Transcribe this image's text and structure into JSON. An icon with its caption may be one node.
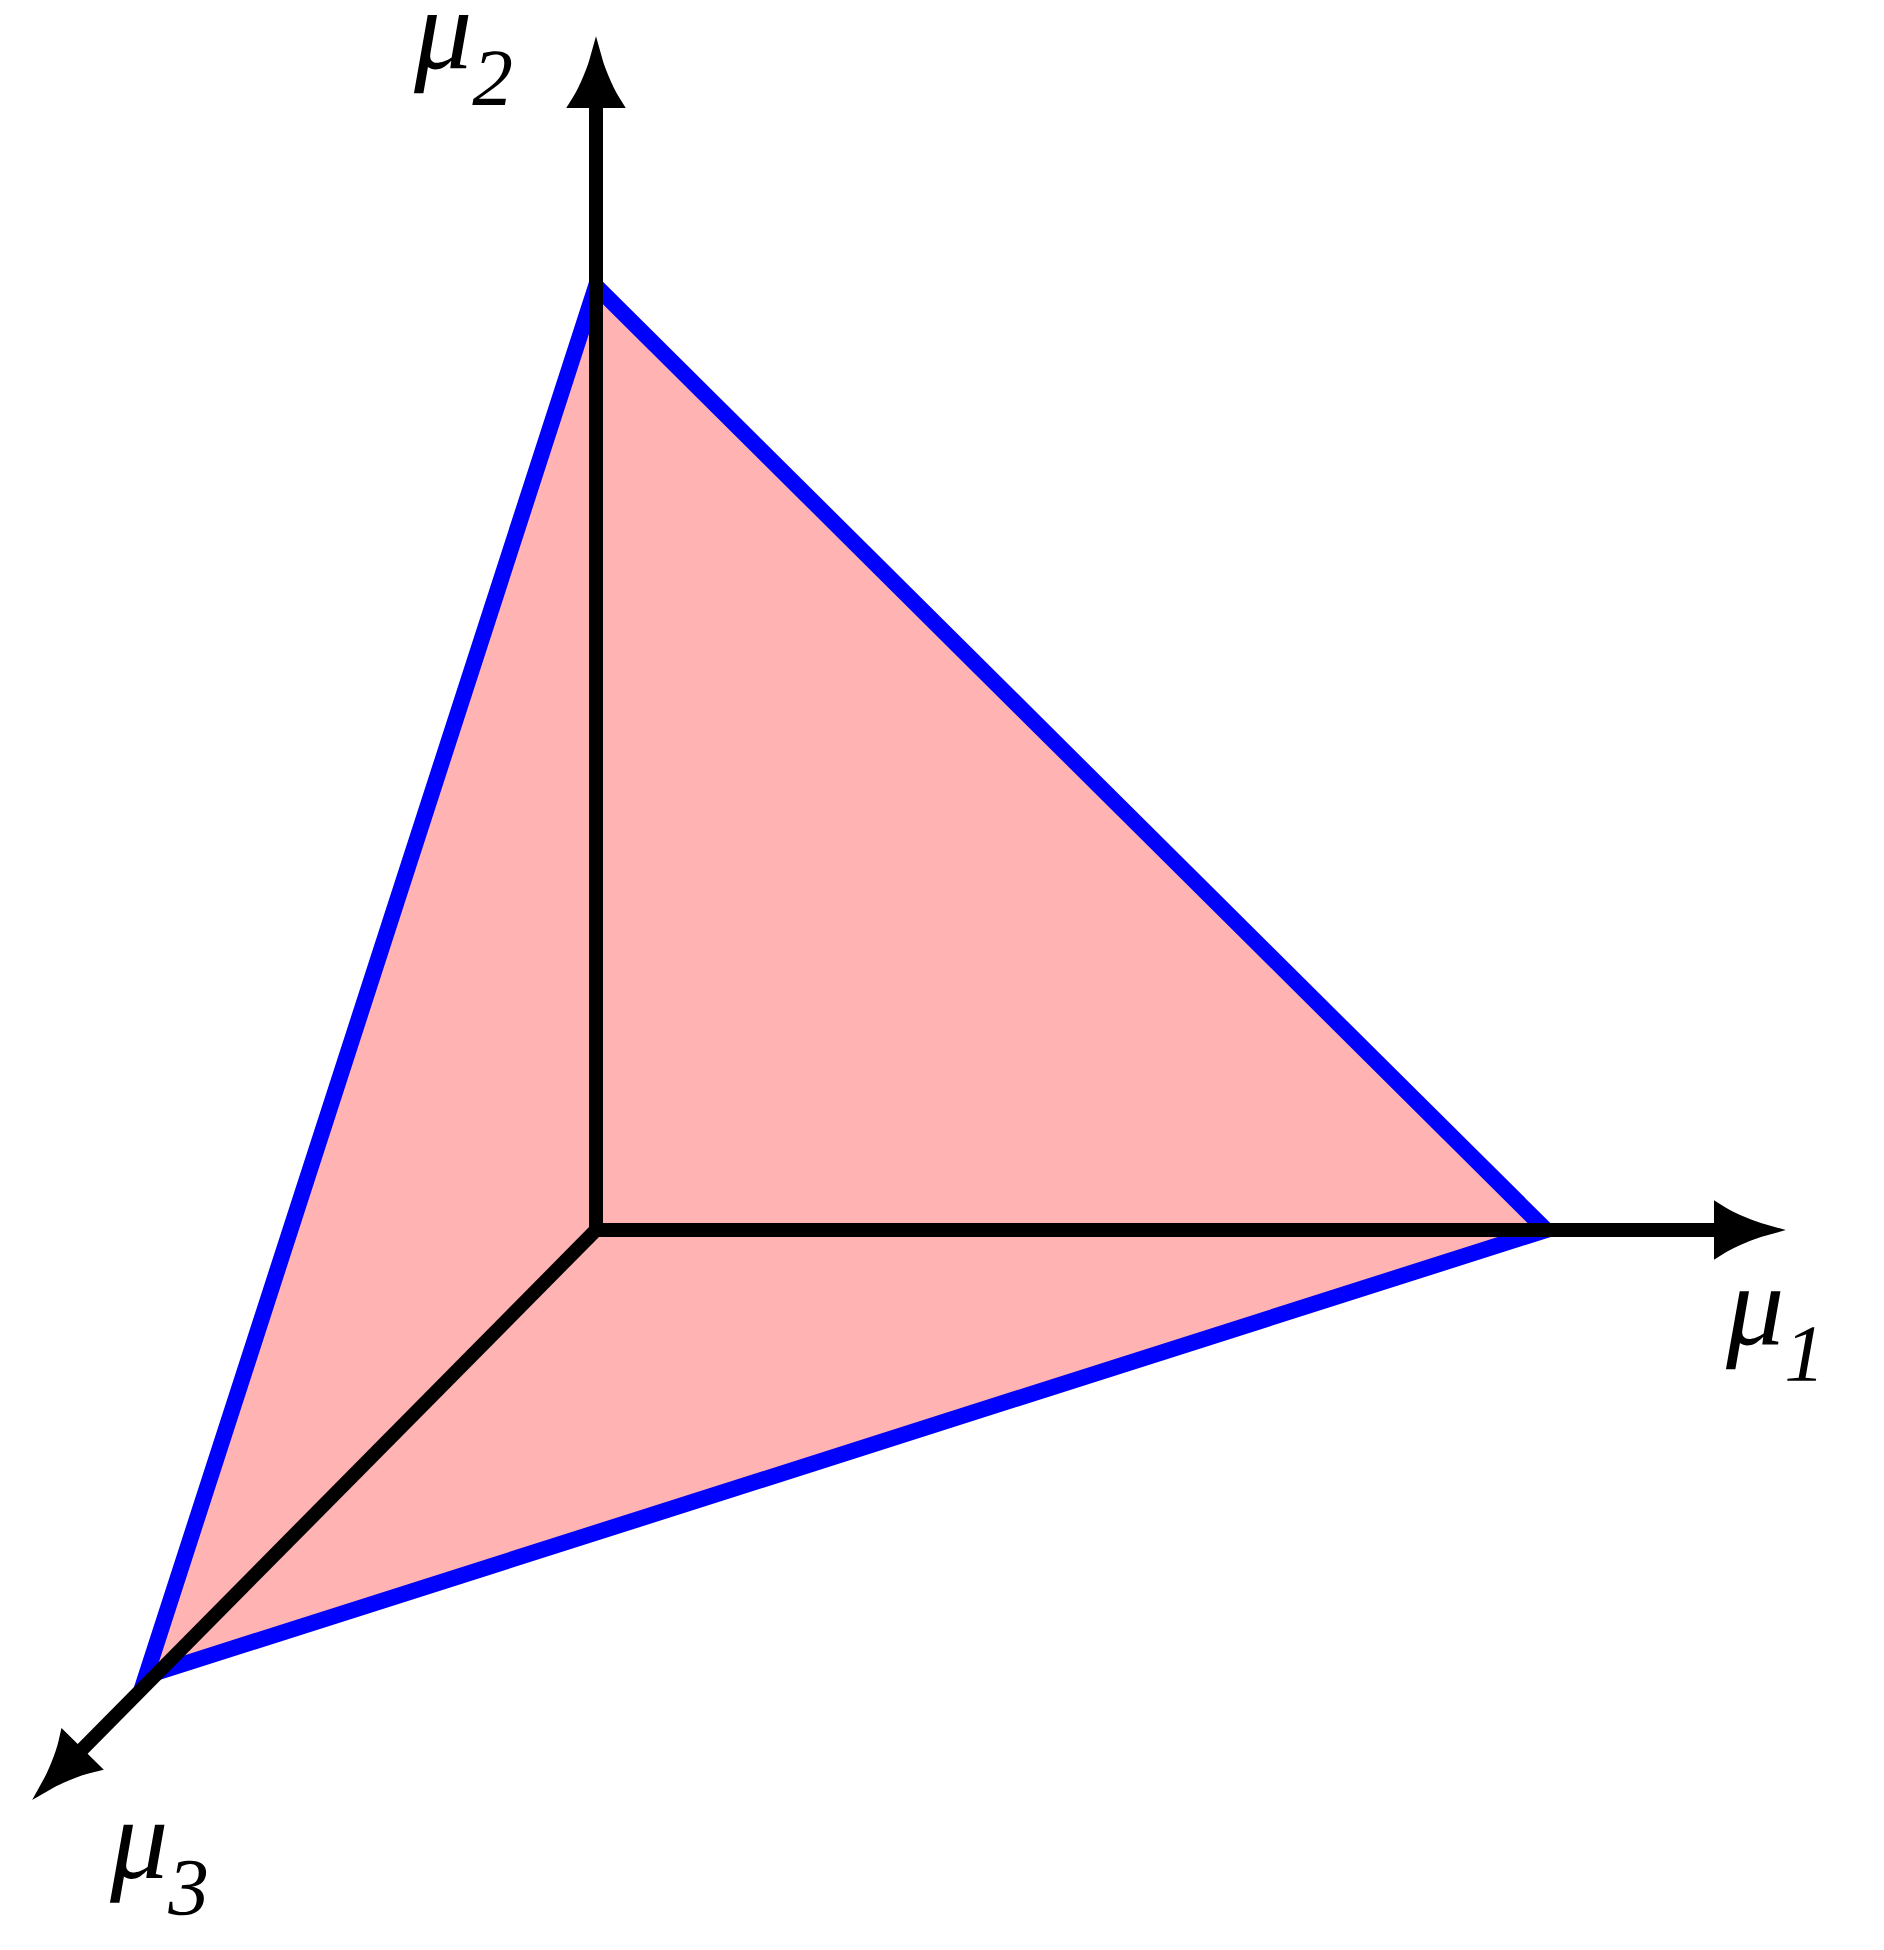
{
  "diagram": {
    "labels": [
      "μ$_{2}$",
      "μ$_{1}$",
      "μ$_{3}$"
    ]
  }
}
